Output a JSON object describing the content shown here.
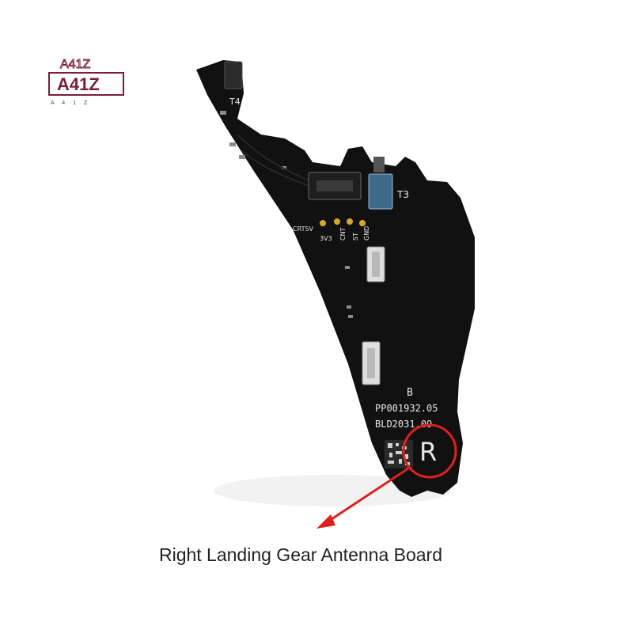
{
  "logo": {
    "top_text": "A41Z",
    "main_text": "A41Z",
    "spaced_text": "A 4 1 Z",
    "color": "#7a1f3a"
  },
  "board": {
    "labels": {
      "t4": "T4",
      "t3": "T3",
      "crt5v": "CRT5V",
      "v3v3": "3V3",
      "cnt": "CNT",
      "st": "ST",
      "gnd": "GND",
      "b": "B",
      "part_number": "PP001932.05",
      "build": "BLD2031.09",
      "side": "R"
    },
    "colors": {
      "pcb": "#111111",
      "highlight_circle": "#e0201c",
      "arrow": "#e0201c"
    }
  },
  "caption": "Right Landing Gear Antenna Board"
}
